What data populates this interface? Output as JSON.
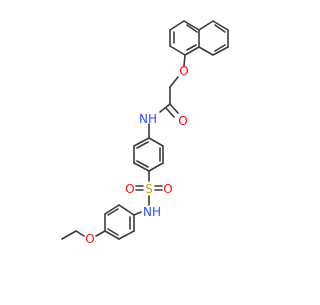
{
  "colors": {
    "bond": "#3a3a3a",
    "oxygen": "#ff0d0d",
    "nitrogen": "#2f50f8",
    "sulfur": "#c8a400"
  },
  "atoms": {
    "ether_oxygen": "O",
    "carbonyl_oxygen": "O",
    "amide_nh": "NH",
    "sulfur": "S",
    "sulfonyl_oxygen_left": "O",
    "sulfonyl_oxygen_right": "O",
    "sulfonamide_nh": "NH",
    "ethoxy_oxygen": "O"
  }
}
